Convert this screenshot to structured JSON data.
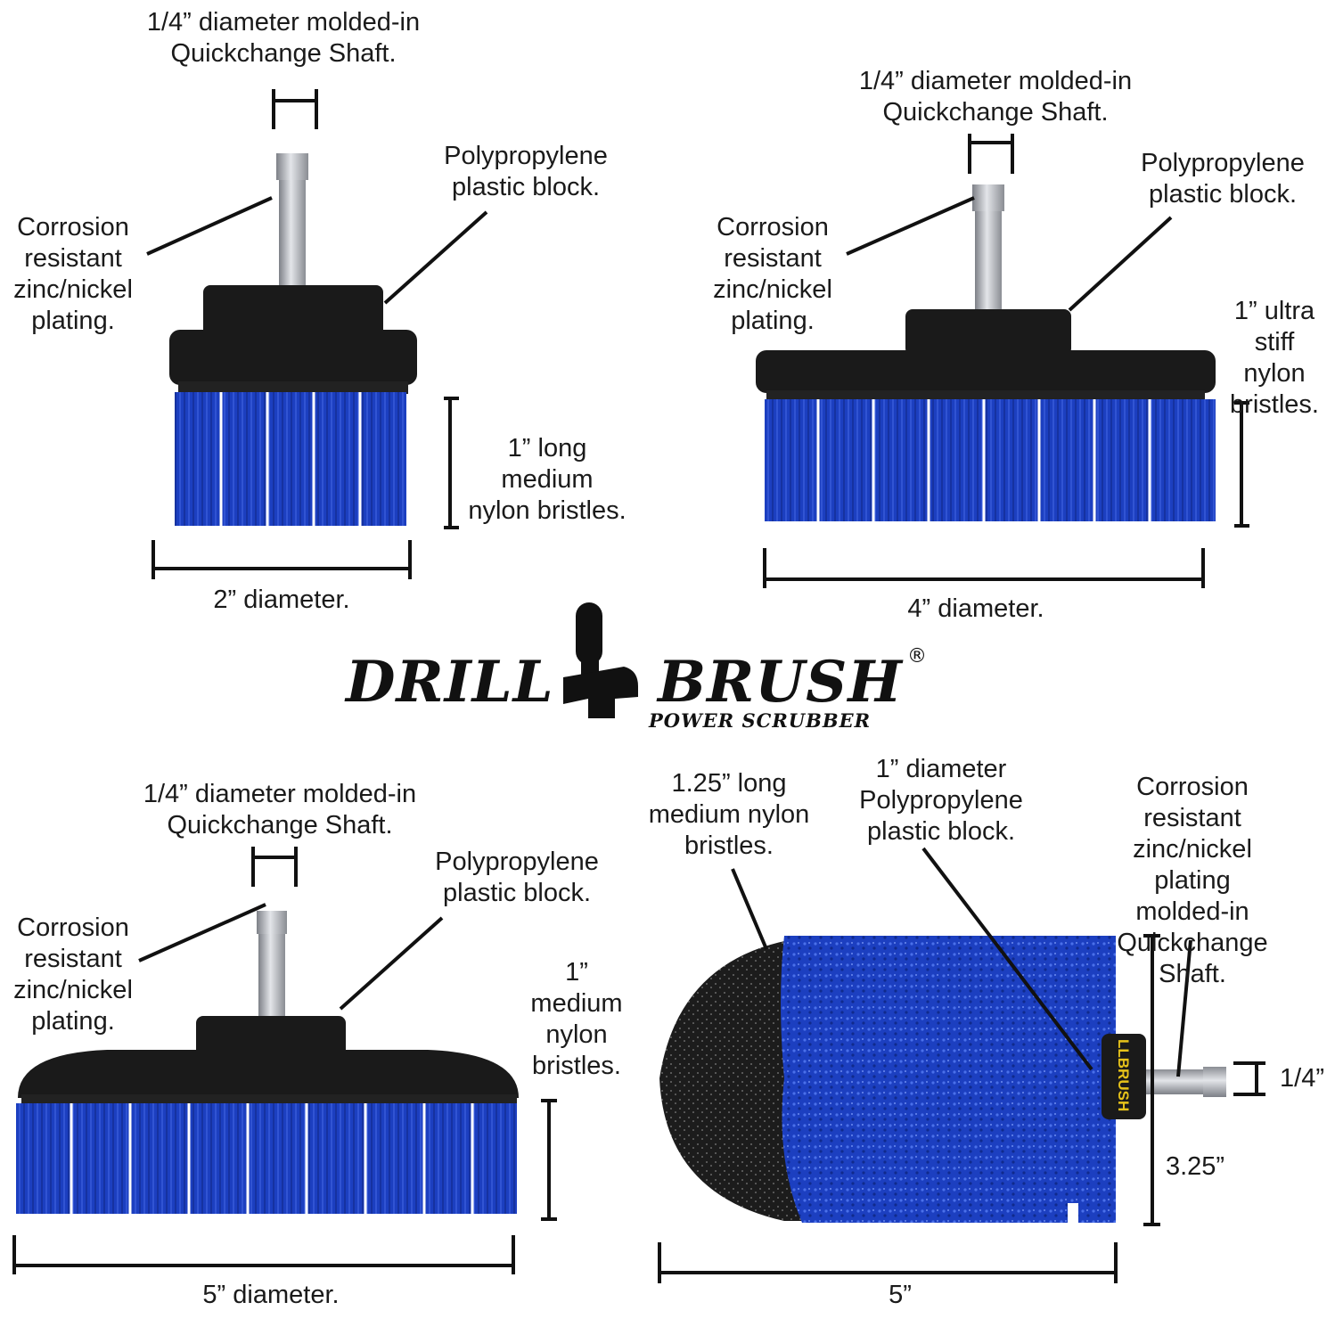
{
  "colors": {
    "bristle": "#1c3fc0",
    "bristle_dark": "#12298a",
    "block": "#1a1a1a",
    "shaft": "#b9bcc2",
    "line": "#111111",
    "black_bristle": "#1c1c1c",
    "logo_side_text": "#e6c21a"
  },
  "brand": {
    "word1": "DRILL",
    "word2": "BRUSH",
    "tagline": "POWER SCRUBBER",
    "registered": "®",
    "side_print": "LLBRUSH"
  },
  "panels": {
    "two_inch": {
      "shaft": "1/4” diameter molded-in\nQuickchange Shaft.",
      "plating": "Corrosion\nresistant\nzinc/nickel\nplating.",
      "block": "Polypropylene\nplastic block.",
      "bristles": "1” long\nmedium\nnylon bristles.",
      "diameter": "2” diameter."
    },
    "four_inch": {
      "shaft": "1/4” diameter molded-in\nQuickchange Shaft.",
      "plating": "Corrosion\nresistant\nzinc/nickel\nplating.",
      "block": "Polypropylene\nplastic block.",
      "bristles": "1” ultra\nstiff nylon\nbristles.",
      "diameter": "4” diameter."
    },
    "five_inch": {
      "shaft": "1/4” diameter molded-in\nQuickchange Shaft.",
      "plating": "Corrosion\nresistant\nzinc/nickel\nplating.",
      "block": "Polypropylene\nplastic block.",
      "bristles": "1”\nmedium\nnylon\nbristles.",
      "diameter": "5” diameter."
    },
    "cone": {
      "bristles": "1.25” long\nmedium nylon\nbristles.",
      "block": "1” diameter\nPolypropylene\nplastic block.",
      "plating": "Corrosion resistant\nzinc/nickel plating\nmolded-in\nQuickchange\nShaft.",
      "shaft_size": "1/4”",
      "height": "3.25”",
      "length": "5”"
    }
  }
}
